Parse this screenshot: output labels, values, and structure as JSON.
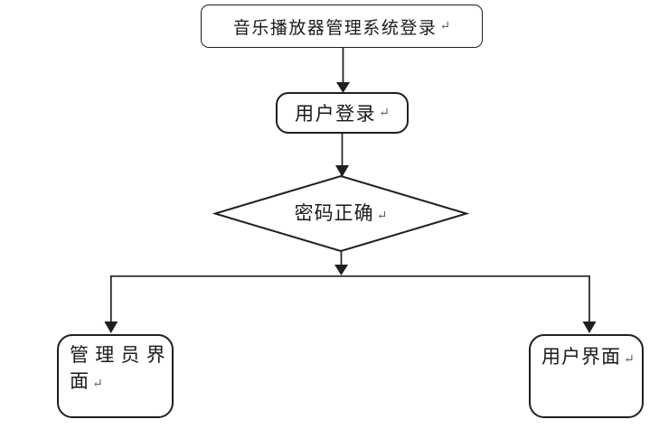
{
  "diagram": {
    "type": "flowchart",
    "background": "#ffffff",
    "stroke_color": "#1f1f1f",
    "text_color": "#1a1a1a",
    "mark_color": "#5d5d66",
    "return_mark": "↵",
    "nodes": [
      {
        "id": "start",
        "shape": "rounded-rectangle",
        "label": "音乐播放器管理系统登录"
      },
      {
        "id": "login",
        "shape": "rounded-rectangle",
        "label": "用户登录"
      },
      {
        "id": "decision",
        "shape": "diamond",
        "label": "密码正确"
      },
      {
        "id": "admin",
        "shape": "rounded-rectangle",
        "label": "管理员界面",
        "label_lines": [
          "管 理 员 界",
          "面"
        ]
      },
      {
        "id": "user",
        "shape": "rounded-rectangle",
        "label": "用户界面"
      }
    ],
    "edges": [
      {
        "from": "start",
        "to": "login"
      },
      {
        "from": "login",
        "to": "decision"
      },
      {
        "from": "decision",
        "to": "admin"
      },
      {
        "from": "decision",
        "to": "user"
      }
    ]
  }
}
